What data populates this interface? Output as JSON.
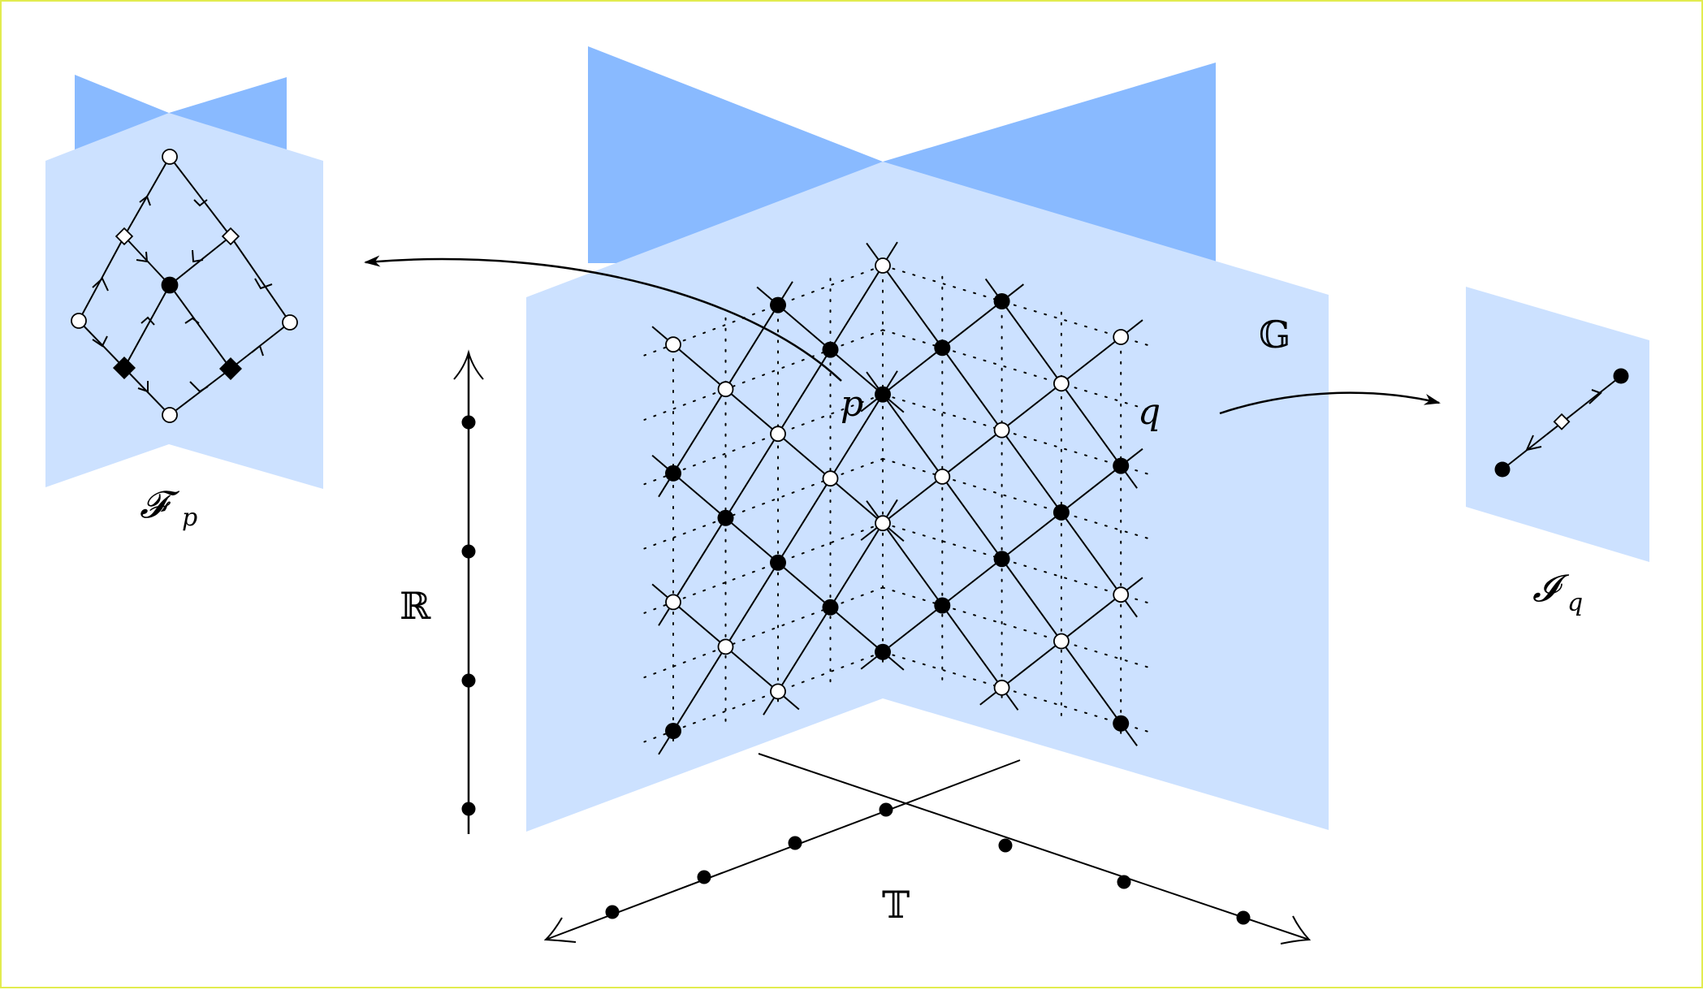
{
  "labels": {
    "fiber_symbol": "𝓕",
    "fiber_subscript": "p",
    "interval_symbol": "𝓘",
    "interval_subscript": "q",
    "reals": "ℝ",
    "time": "𝕋",
    "graph": "𝔾",
    "point_p": "p",
    "point_q": "q"
  },
  "colors": {
    "back_plane": "#89baff",
    "front_plane": "#cce1ff",
    "ink": "#000000",
    "frame": "#e2ec4f"
  }
}
